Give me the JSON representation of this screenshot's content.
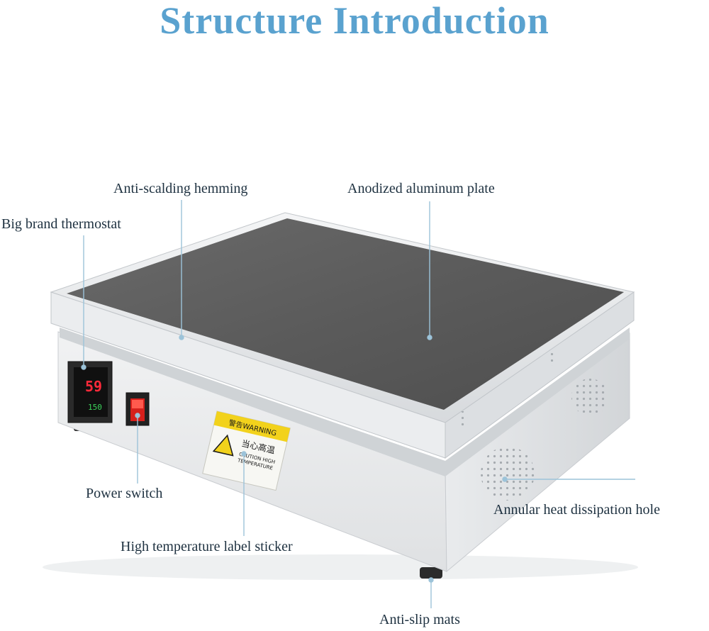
{
  "title": "Structure Introduction",
  "colors": {
    "title": "#5aa2cf",
    "callout_line": "#9cc3d9",
    "label_text": "#1e3140",
    "body_metal": "#e6e8ea",
    "plate": "#5e5e5e",
    "thermostat_display": "#ff2a3a",
    "warning_yellow": "#f2d21c",
    "switch_red": "#d6201c"
  },
  "labels": {
    "thermostat": "Big brand thermostat",
    "hemming": "Anti-scalding hemming",
    "plate": "Anodized aluminum plate",
    "power_switch": "Power switch",
    "sticker": "High temperature label sticker",
    "heat_hole": "Annular heat dissipation hole",
    "mats": "Anti-slip mats"
  },
  "device": {
    "display_top": "59",
    "display_bottom": "150",
    "warning_header": "警告WARNING",
    "warning_cn": "当心高温",
    "warning_en_1": "CAUTION HIGH",
    "warning_en_2": "TEMPERATURE"
  },
  "icons": [
    "warning-triangle-icon",
    "rocker-switch-icon"
  ]
}
